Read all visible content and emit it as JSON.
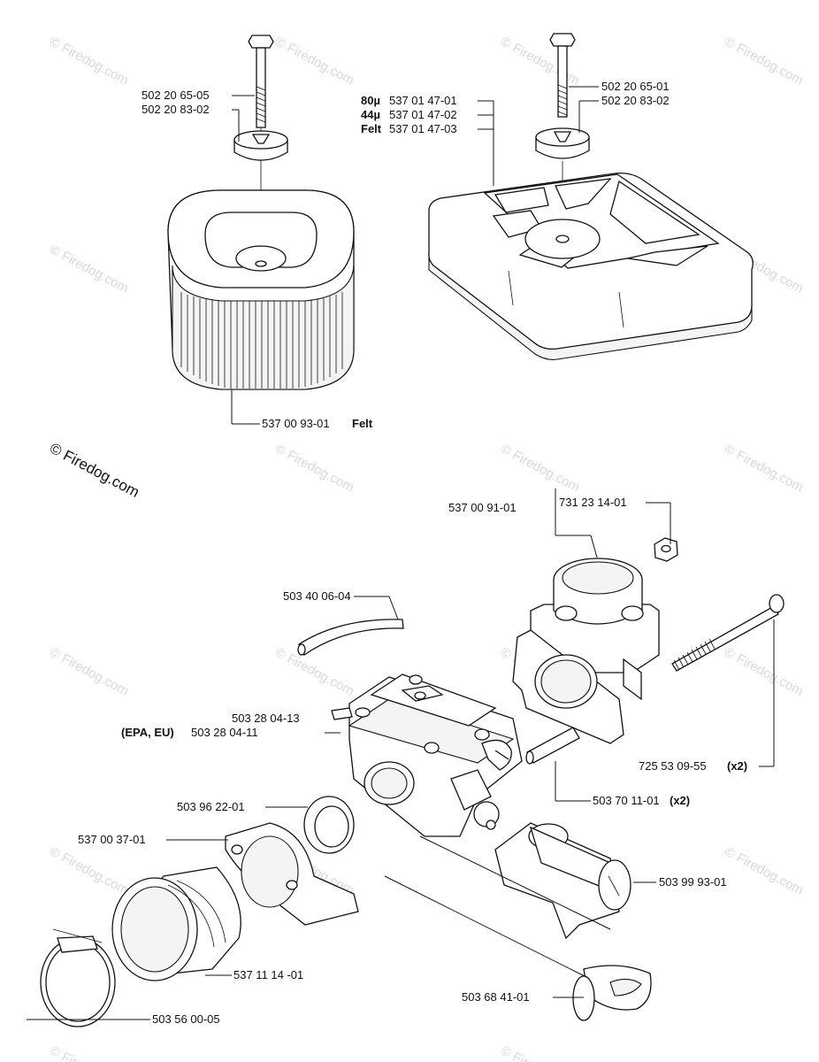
{
  "watermark": {
    "text": "© Firedog.com"
  },
  "copyright": "© Firedog.com",
  "parts": {
    "bolt_left_a": "502 20 65-05",
    "bolt_left_b": "502 20 83-02",
    "bolt_right_a": "502 20 65-01",
    "bolt_right_b": "502 20 83-02",
    "filter_80_prefix": "80µ",
    "filter_80": "537 01 47-01",
    "filter_44_prefix": "44µ",
    "filter_44": "537 01 47-02",
    "filter_felt_prefix": "Felt",
    "filter_felt": "537 01 47-03",
    "felt_filter": "537 00 93-01",
    "felt_suffix": "Felt",
    "intake_adapter": "537 00 91-01",
    "nut": "731 23 14-01",
    "fuel_hose": "503 40 06-04",
    "carburetor": "503 28 04-13",
    "carb_epa_prefix": "(EPA, EU)",
    "carb_epa": "503 28 04-11",
    "long_screw": "725 53 09-55",
    "long_screw_qty": "(x2)",
    "sleeve": "503 70 11-01",
    "sleeve_qty": "(x2)",
    "ring": "503 96 22-01",
    "clamp_bracket": "537 00 37-01",
    "rubber_boot": "537 11 14 -01",
    "hose_clamp": "503 56 00-05",
    "choke_cylinder": "503 99 93-01",
    "choke_lever": "503 68 41-01"
  }
}
